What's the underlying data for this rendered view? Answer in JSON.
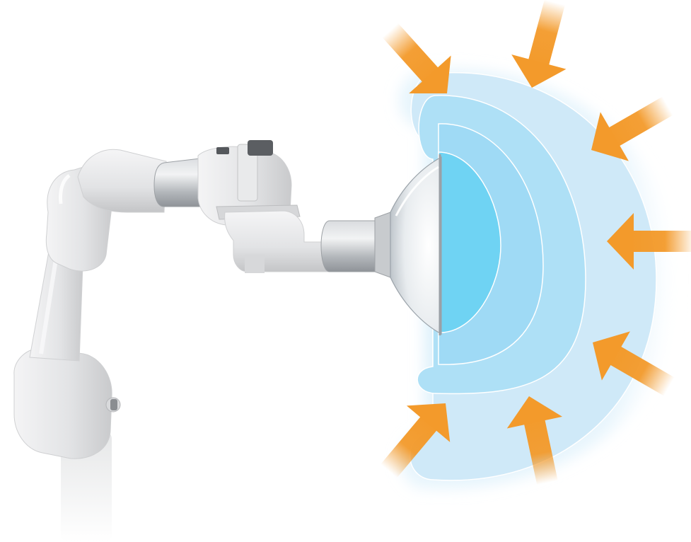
{
  "colors": {
    "background": "#ffffff",
    "arm_body": "#e6e7e8",
    "arm_shadow": "#c8c9cb",
    "metal_sleeve": "#b7bbc0",
    "hood_glass": "#eef2f5",
    "zone_outer": "#cfe9f8",
    "zone_middle": "#aee0f6",
    "zone_inner": "#6fd3f3",
    "arrow": "#f39a2b"
  },
  "arrows": [
    {
      "name": "arrow-top-left",
      "direction": "inward"
    },
    {
      "name": "arrow-top",
      "direction": "inward"
    },
    {
      "name": "arrow-upper-right",
      "direction": "inward"
    },
    {
      "name": "arrow-right",
      "direction": "inward"
    },
    {
      "name": "arrow-lower-right",
      "direction": "inward"
    },
    {
      "name": "arrow-bottom",
      "direction": "inward"
    },
    {
      "name": "arrow-bottom-left",
      "direction": "inward"
    }
  ]
}
